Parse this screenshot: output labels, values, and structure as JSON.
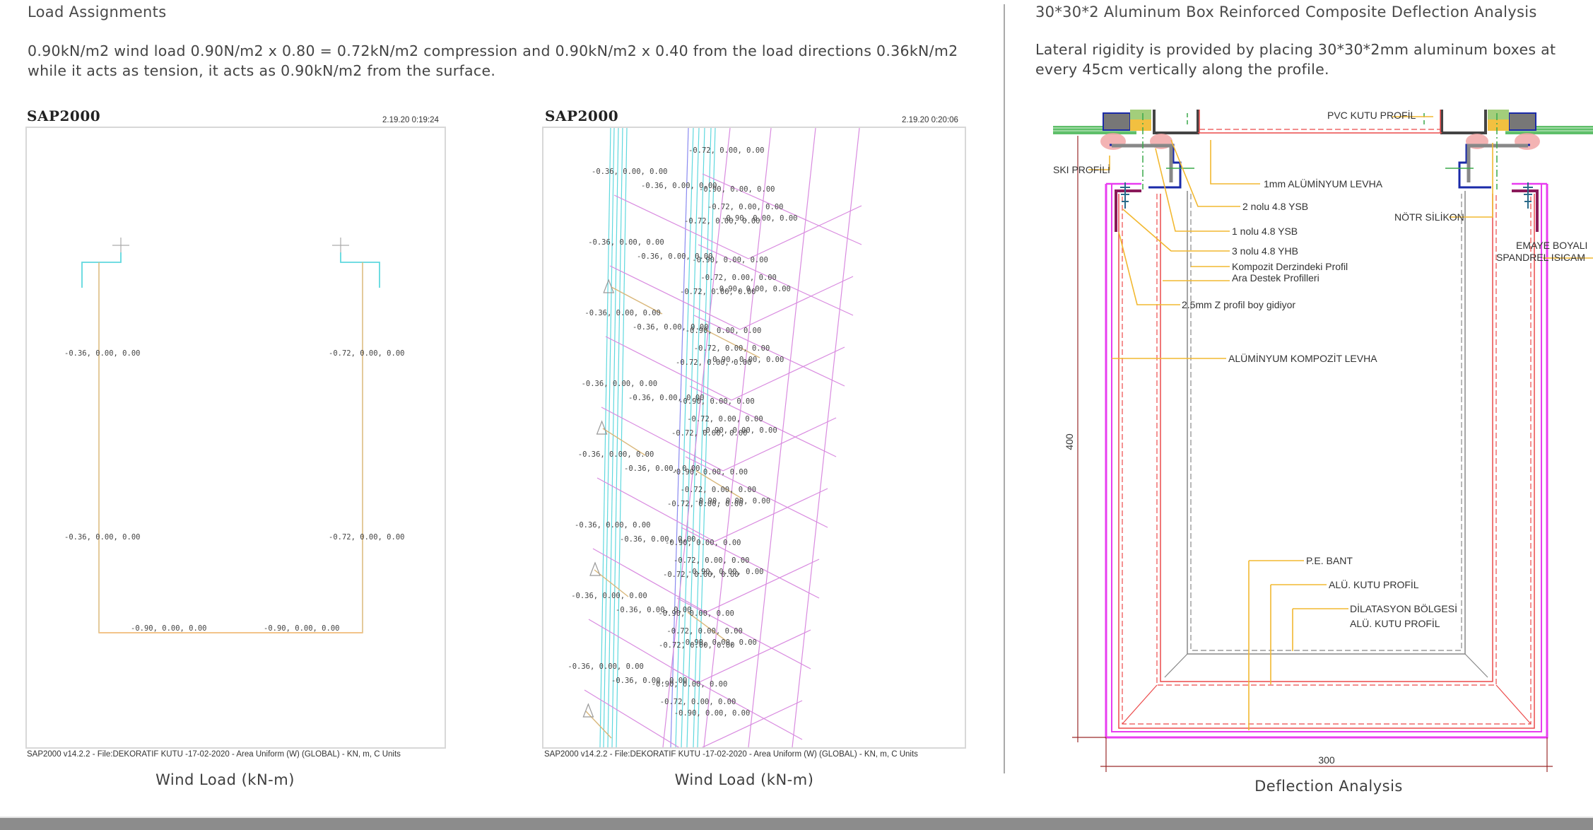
{
  "left_section": {
    "title": "Load Assignments",
    "paragraph": "0.90kN/m2 wind load 0.90N/m2 x 0.80 = 0.72kN/m2 compression and 0.90kN/m2 x 0.40 from the load directions 0.36kN/m2 while it acts as tension, it acts as 0.90kN/m2 from the surface."
  },
  "right_section": {
    "title": "30*30*2 Aluminum Box Reinforced Composite Deflection Analysis",
    "paragraph": "Lateral rigidity is provided by placing 30*30*2mm aluminum boxes at every 45cm vertically along the profile."
  },
  "panel1": {
    "brand": "SAP2000",
    "timestamp": "2.19.20 0:19:24",
    "footer": "SAP2000 v14.2.2 - File:DEKORATIF KUTU -17-02-2020 - Area Uniform (W) (GLOBAL) - KN, m, C Units",
    "caption": "Wind Load (kN-m)",
    "labels": [
      "-0.36, 0.00, 0.00",
      "-0.72, 0.00, 0.00",
      "-0.36, 0.00, 0.00",
      "-0.72, 0.00, 0.00",
      "-0.90, 0.00, 0.00",
      "-0.90, 0.00, 0.00"
    ]
  },
  "panel2": {
    "brand": "SAP2000",
    "timestamp": "2.19.20 0:20:06",
    "footer": "SAP2000 v14.2.2 - File:DEKORATIF KUTU -17-02-2020 - Area Uniform (W) (GLOBAL) - KN, m, C Units",
    "caption": "Wind Load (kN-m)",
    "load_values": {
      "left_column": "-0.36, 0.00, 0.00",
      "inner_column": "-0.36, 0.00, 0.00",
      "front_face": "-0.72, 0.00, 0.00",
      "side_face": "-0.72, 0.00, 0.00",
      "surface": "-0.90, 0.00, 0.00"
    },
    "levels": 8
  },
  "deflection": {
    "caption": "Deflection Analysis",
    "dimension_height": "400",
    "dimension_width": "300",
    "callouts": {
      "pvc_kutu_profil": "PVC KUTU PROFİL",
      "baski_profili": "SKI PROFİLİ",
      "levha_1mm": "1mm ALÜMİNYUM LEVHA",
      "ysb_2": "2 nolu 4.8 YSB",
      "notr_silikon": "NÖTR SİLİKON",
      "ysb_1": "1 nolu 4.8 YSB",
      "yhb_3": "3 nolu 4.8 YHB",
      "emaye_1": "EMAYE BOYALI",
      "emaye_2": "SPANDREL ISICAM",
      "kompozit_profil": "Kompozit Derzindeki Profil",
      "ara_destek": "Ara Destek Profilleri",
      "z_profil": "2.5mm Z profil boy gidiyor",
      "kompozit_levha": "ALÜMİNYUM KOMPOZİT LEVHA",
      "pe_bant": "P.E. BANT",
      "alu_kutu": "ALÜ. KUTU PROFİL",
      "dilatasyon": "DİLATASYON BÖLGESİ",
      "alu_kutu_2": "ALÜ. KUTU PROFİL"
    }
  },
  "colors": {
    "cyan": "#5fd8de",
    "tan": "#d9b77a",
    "violet": "#d98be0",
    "magenta": "#e83cf0",
    "red": "#ec4a4a",
    "callout": "#f2b830",
    "dim": "#9a2b2b"
  }
}
